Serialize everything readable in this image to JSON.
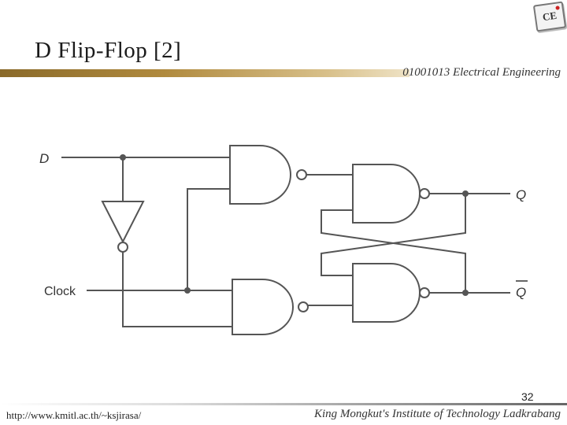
{
  "slide": {
    "title": "D Flip-Flop [2]",
    "course": "01001013 Electrical Engineering",
    "page_number": "32",
    "footer_url": "http://www.kmitl.ac.th/~ksjirasa/",
    "footer_institute": "King Mongkut's Institute of Technology Ladkrabang",
    "logo_text": "CE"
  },
  "circuit": {
    "input_d": "D",
    "input_clock": "Clock",
    "output_q": "Q",
    "output_q_bar": "Q"
  },
  "colors": {
    "wire": "#555555",
    "header_bar": "#a07c34"
  }
}
